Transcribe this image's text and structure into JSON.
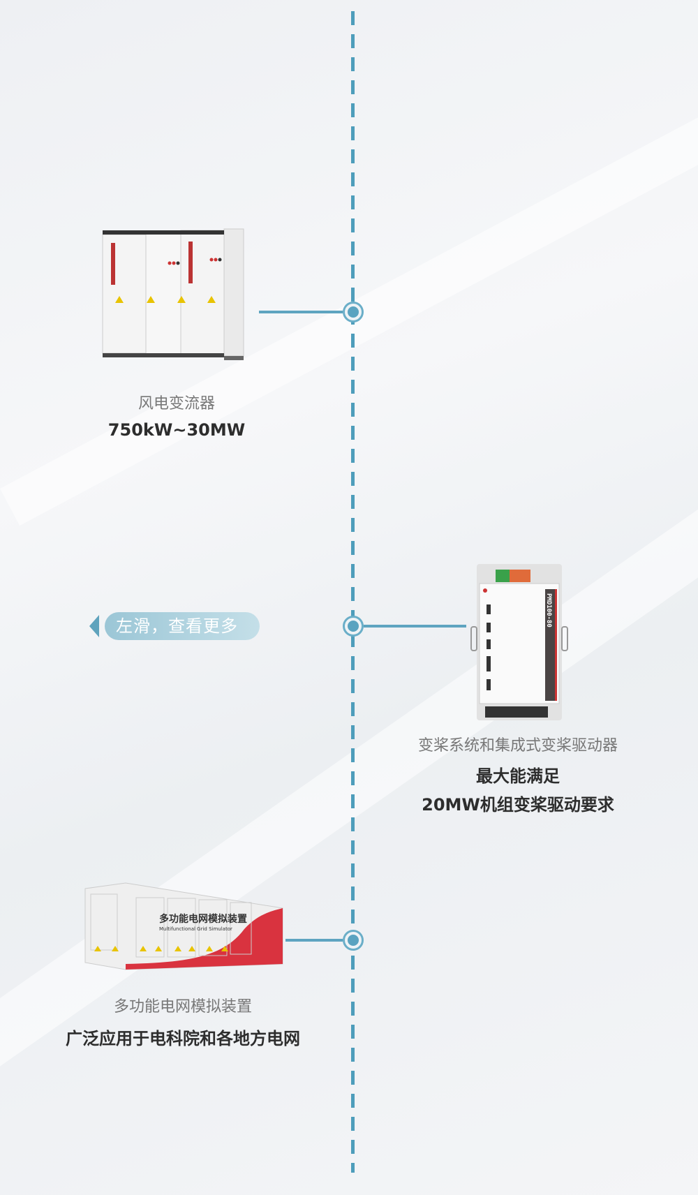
{
  "colors": {
    "accent": "#5ea4c0",
    "text_gray": "#777777",
    "text_dark": "#2d2d2d"
  },
  "swipe_hint": {
    "label": "左滑，查看更多",
    "icon": "chevron-left-icon"
  },
  "products": [
    {
      "name": "风电变流器",
      "highlight": [
        "750kW~30MW"
      ]
    },
    {
      "name": "变桨系统和集成式变桨驱动器",
      "highlight": [
        "最大能满足",
        "20MW机组变桨驱动要求"
      ],
      "device_model": "PMD100-80"
    },
    {
      "name": "多功能电网模拟装置",
      "highlight": [
        "广泛应用于电科院和各地方电网"
      ],
      "container_title": "多功能电网模拟装置",
      "container_subtitle": "Multifunctional Grid Simulator"
    }
  ]
}
